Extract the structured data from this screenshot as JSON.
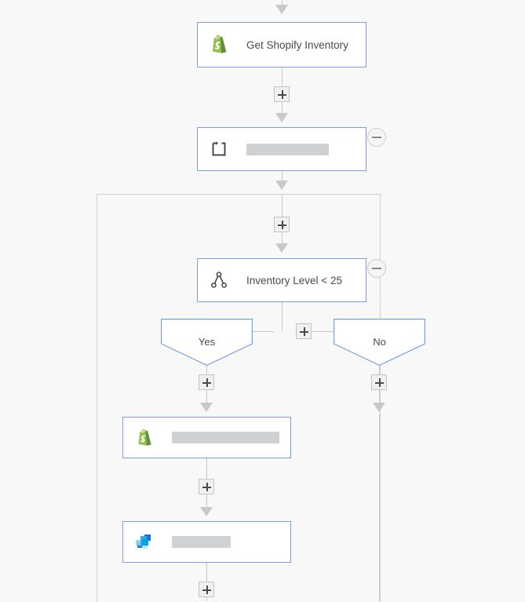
{
  "canvas": {
    "background_color": "#f8f8f8",
    "node_border_color": "#7a9fe0",
    "connector_color": "#c8c8c8",
    "scope_border_color": "#d0d0d0",
    "redaction_color": "#cfd1d2",
    "text_color": "#4a4a4a"
  },
  "nodes": [
    {
      "id": "get-shopify-inventory",
      "label": "Get Shopify Inventory",
      "icon": "shopify-icon",
      "redacted": false
    },
    {
      "id": "apply-to-each-scope",
      "label": "",
      "icon": "foreach-loop-icon",
      "redacted": true
    },
    {
      "id": "inventory-condition",
      "label": "Inventory Level < 25",
      "icon": "condition-branch-icon",
      "redacted": false
    },
    {
      "id": "shopify-action",
      "label": "",
      "icon": "shopify-icon",
      "redacted": true
    },
    {
      "id": "microsoft-action",
      "label": "",
      "icon": "microsoft-tiles-icon",
      "redacted": true
    }
  ],
  "branches": [
    {
      "id": "branch-yes",
      "label": "Yes"
    },
    {
      "id": "branch-no",
      "label": "No"
    }
  ],
  "buttons": {
    "add_step_label": "+",
    "collapse_label": "-"
  },
  "add_step_buttons": [
    {
      "id": "add-step-after-trigger"
    },
    {
      "id": "add-step-before-condition"
    },
    {
      "id": "add-step-between-branches"
    },
    {
      "id": "add-step-yes-branch"
    },
    {
      "id": "add-step-no-branch"
    },
    {
      "id": "add-step-after-shopify-action"
    },
    {
      "id": "add-step-after-microsoft-action"
    }
  ],
  "collapse_buttons": [
    {
      "id": "collapse-apply-to-each"
    },
    {
      "id": "collapse-condition"
    }
  ]
}
